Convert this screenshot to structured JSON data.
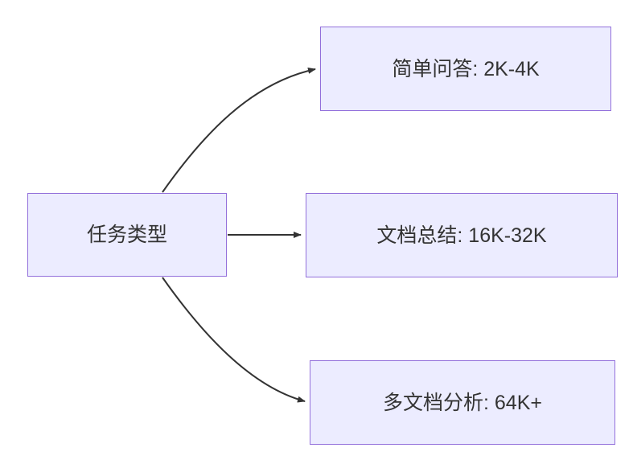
{
  "diagram": {
    "type": "flowchart",
    "direction": "left-to-right",
    "root": {
      "label": "任务类型"
    },
    "children": [
      {
        "label": "简单问答: 2K-4K"
      },
      {
        "label": "文档总结: 16K-32K"
      },
      {
        "label": "多文档分析: 64K+"
      }
    ],
    "edges": [
      {
        "from": "任务类型",
        "to": "简单问答: 2K-4K"
      },
      {
        "from": "任务类型",
        "to": "文档总结: 16K-32K"
      },
      {
        "from": "任务类型",
        "to": "多文档分析: 64K+"
      }
    ],
    "colors": {
      "node_fill": "#ECECFF",
      "node_border": "#9370DB",
      "text": "#333333",
      "arrow": "#333333",
      "background": "#ffffff"
    }
  }
}
